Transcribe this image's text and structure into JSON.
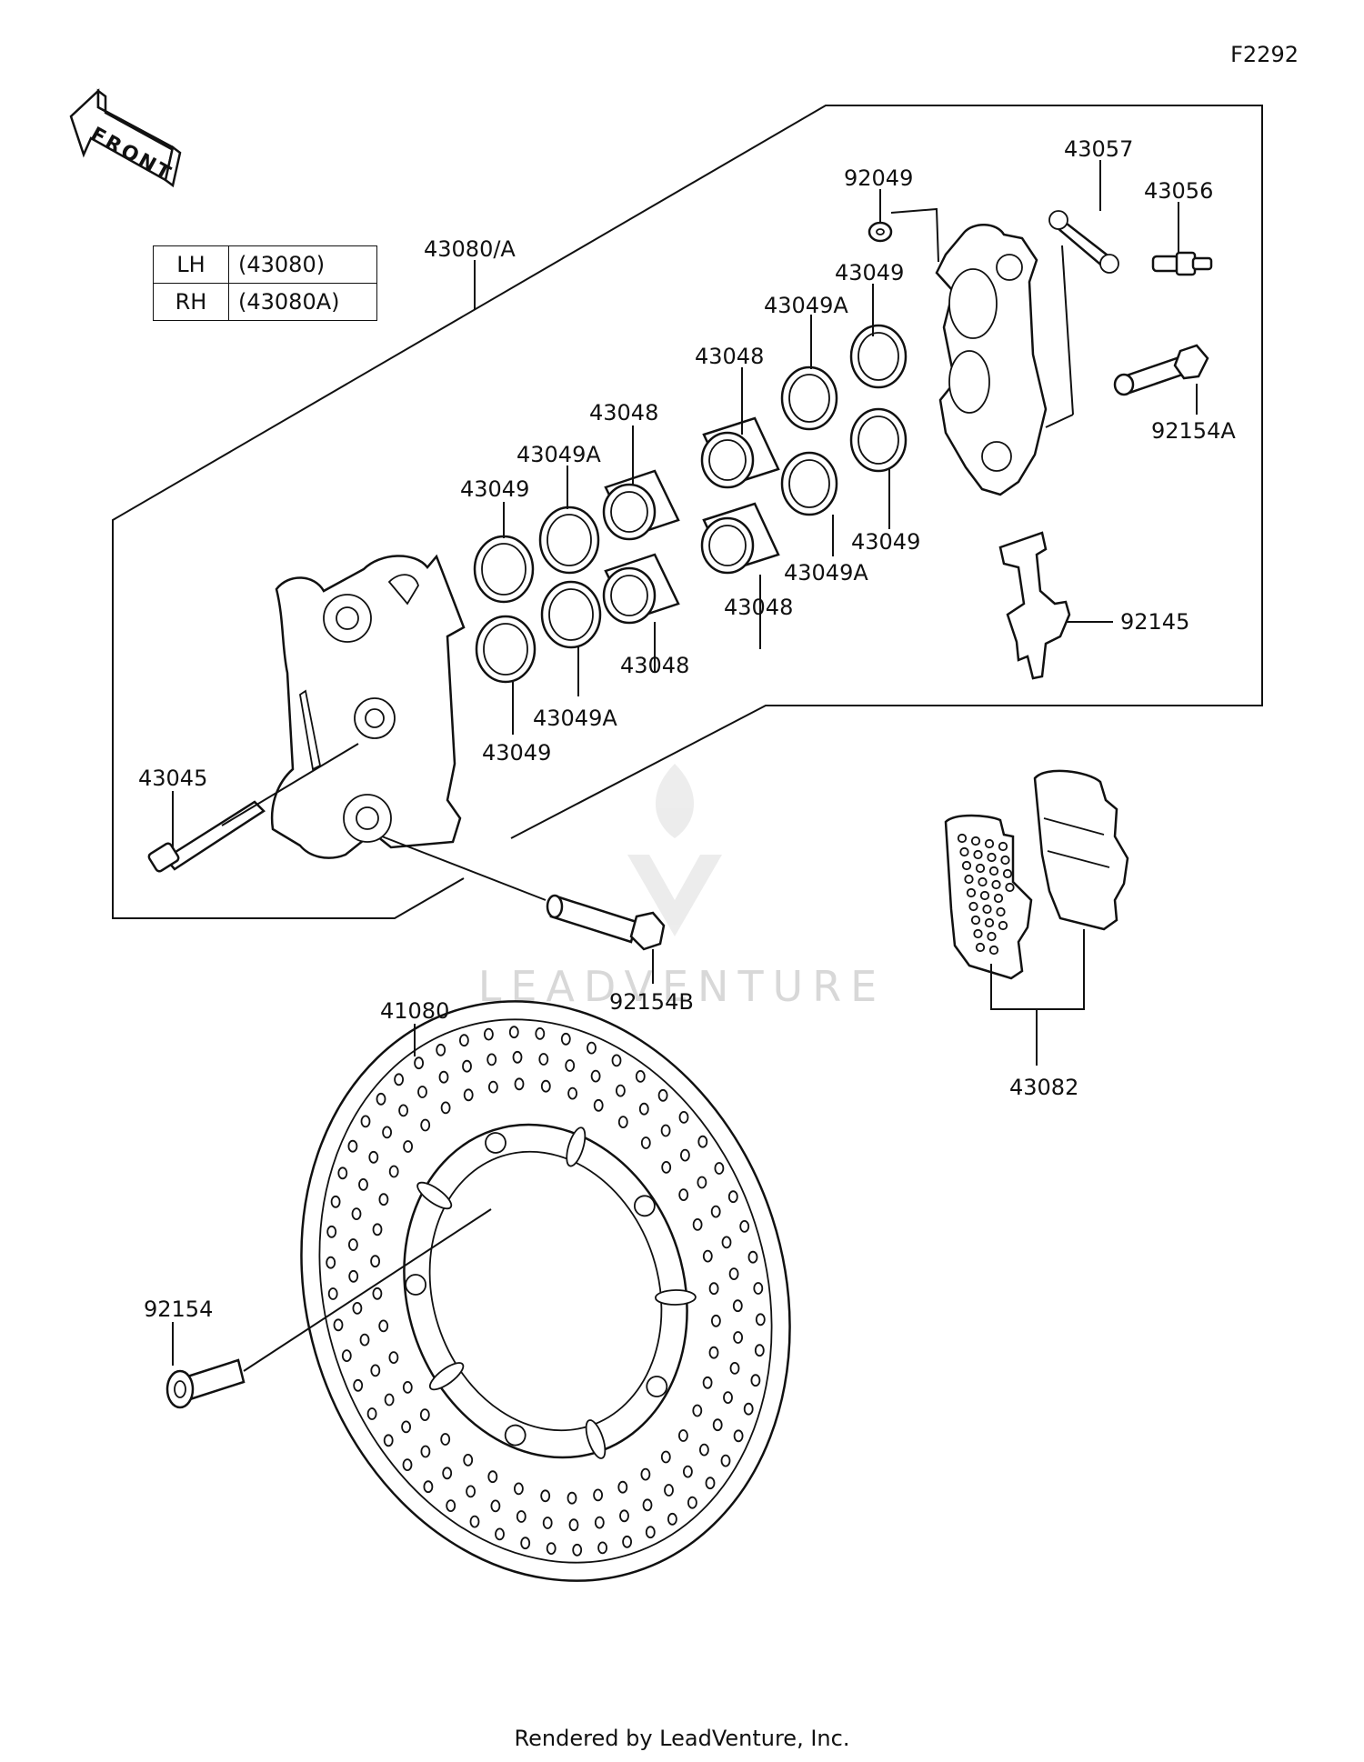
{
  "figure_id": "F2292",
  "front_arrow": {
    "text": "FRONT",
    "icon": "front-arrow-icon"
  },
  "side_table": [
    {
      "side": "LH",
      "part": "(43080)"
    },
    {
      "side": "RH",
      "part": "(43080A)"
    }
  ],
  "parts": {
    "p43080A": "43080/A",
    "p92049": "92049",
    "p43057": "43057",
    "p43056": "43056",
    "p43049_top": "43049",
    "p43049A_top": "43049A",
    "p43048_top_r": "43048",
    "p43048_top_l": "43048",
    "p43049A_mid_l": "43049A",
    "p43049_mid_l": "43049",
    "p92154A": "92154A",
    "p43049_mid_r": "43049",
    "p43049A_mid_r": "43049A",
    "p43048_bot_r": "43048",
    "p92145": "92145",
    "p43048_bot_l": "43048",
    "p43049A_bot_l": "43049A",
    "p43049_bot_l": "43049",
    "p43045": "43045",
    "p92154B": "92154B",
    "p41080": "41080",
    "p43082": "43082",
    "p92154": "92154"
  },
  "watermark": "LEADVENTURE",
  "footer": "Rendered by LeadVenture, Inc."
}
